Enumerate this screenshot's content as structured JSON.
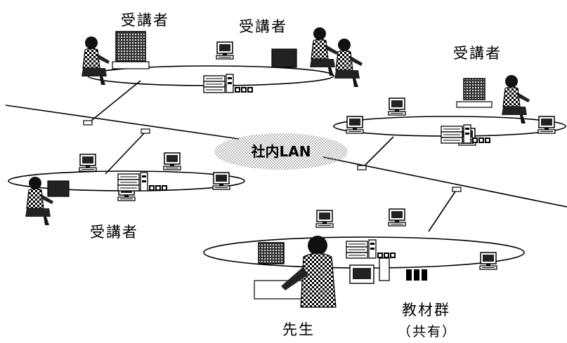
{
  "diagram": {
    "lan_label": "社内LAN",
    "participant_label": "受講者",
    "teacher_label": "先生",
    "materials_label": "教材群",
    "shared_label": "（共有）"
  },
  "colors": {
    "ink": "#000000",
    "lan_cloud_dots": "#888888",
    "background": "#ffffff"
  },
  "nodes": [
    {
      "role": "participant",
      "label": "受講者"
    },
    {
      "role": "participant",
      "label": "受講者"
    },
    {
      "role": "participant",
      "label": "受講者"
    },
    {
      "role": "participant",
      "label": "受講者"
    },
    {
      "role": "teacher",
      "label": "先生"
    }
  ]
}
